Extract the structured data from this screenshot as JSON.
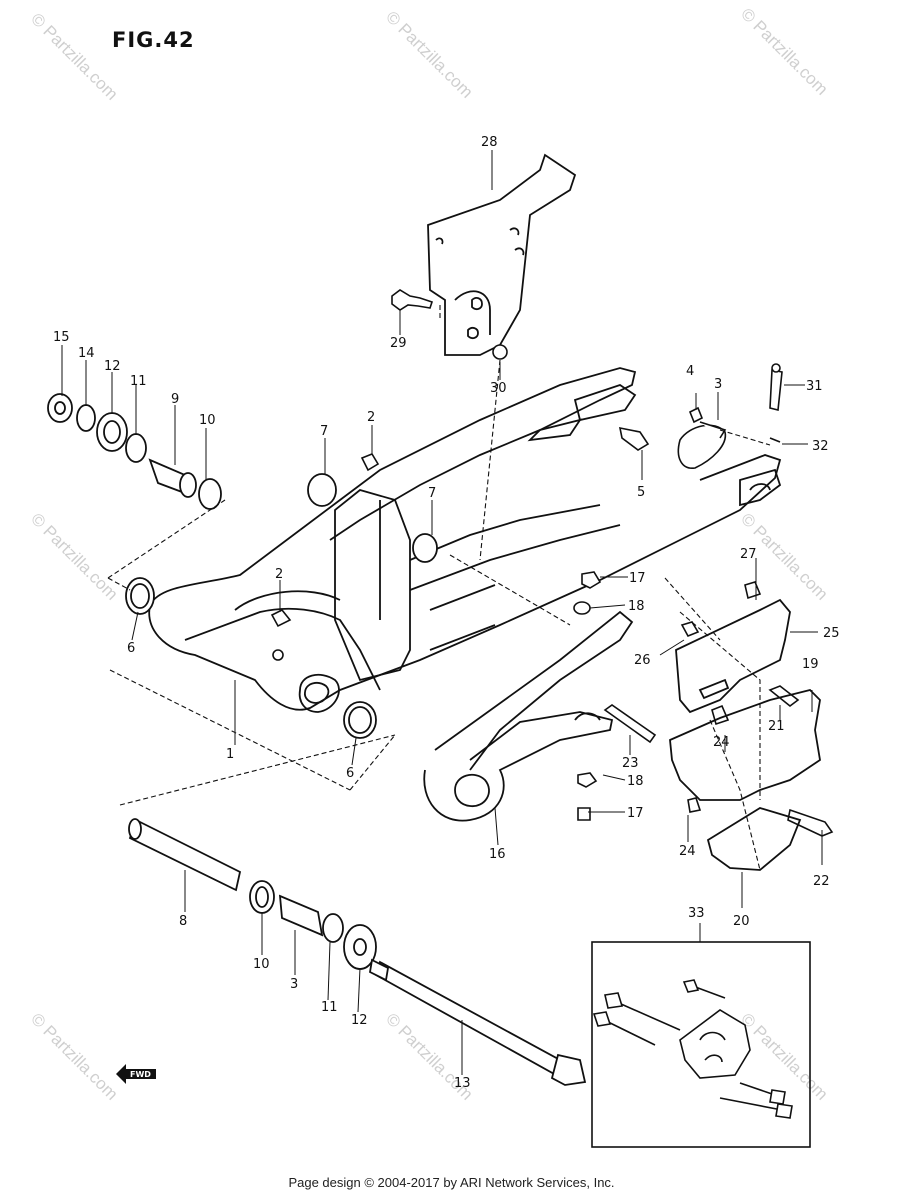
{
  "figure": {
    "title": "FIG.42",
    "forward_marker": "FWD"
  },
  "watermark": {
    "text": "© Partzilla.com"
  },
  "callouts": [
    "1",
    "2",
    "2",
    "3",
    "3",
    "4",
    "5",
    "6",
    "6",
    "7",
    "7",
    "8",
    "9",
    "10",
    "10",
    "11",
    "11",
    "12",
    "12",
    "13",
    "14",
    "15",
    "16",
    "17",
    "17",
    "18",
    "18",
    "19",
    "20",
    "21",
    "22",
    "23",
    "24",
    "24",
    "25",
    "26",
    "27",
    "28",
    "29",
    "30",
    "31",
    "32",
    "33"
  ],
  "footer": {
    "text": "Page design © 2004-2017 by ARI Network Services, Inc."
  }
}
